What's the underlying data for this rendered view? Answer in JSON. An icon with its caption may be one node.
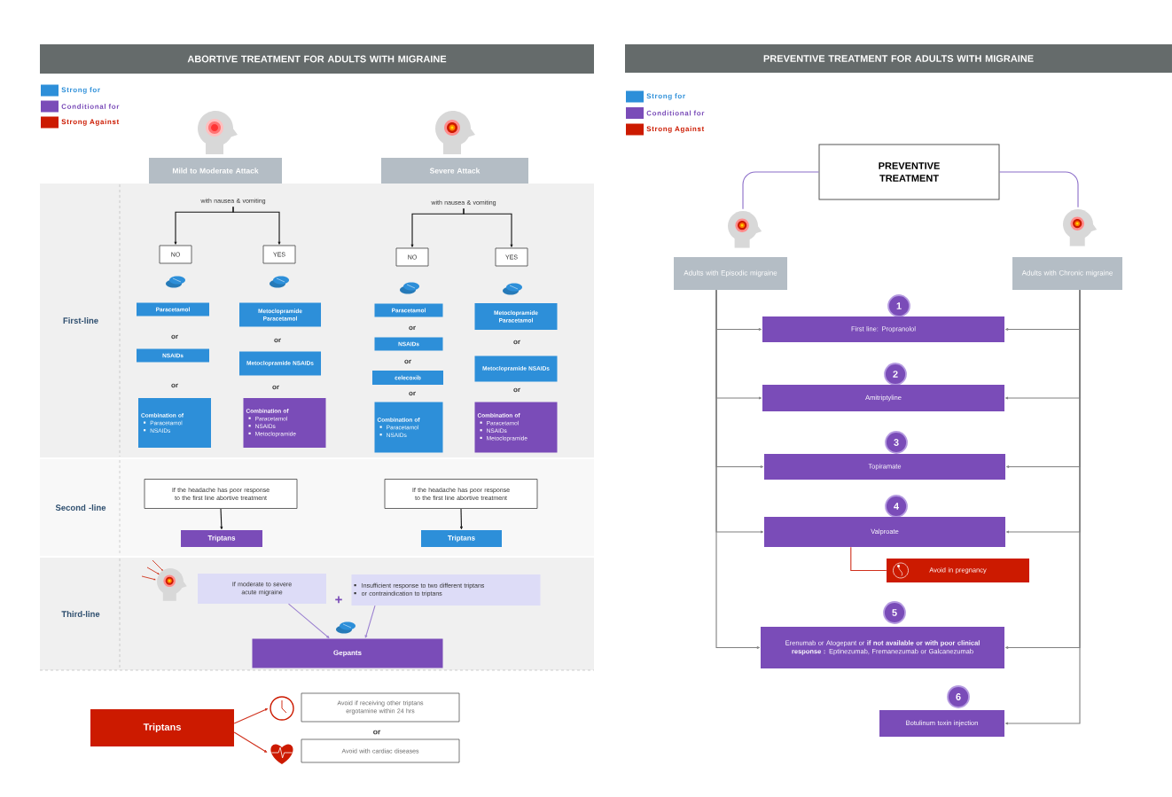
{
  "diagram": {
    "nodes": [
      {
        "text": [
          "ABORTIVE TREATMENT FOR ADULTS WITH MIGRAINE"
        ]
      },
      {
        "text": [
          "First-line"
        ]
      },
      {
        "text": [
          "Second -line"
        ]
      },
      {
        "text": [
          "Third-line"
        ]
      },
      {
        "text": [
          "Mild to Moderate Attack"
        ]
      },
      {
        "text": [
          "Severe Attack"
        ]
      },
      {
        "text": [
          "with nausea & vomiting"
        ],
        "in": 1
      },
      {
        "text": [
          "with nausea & vomiting"
        ],
        "in": 1
      },
      {
        "text": [
          "NO"
        ],
        "in": 1
      },
      {
        "text": [
          "YES"
        ],
        "in": 1
      },
      {
        "text": [
          "NO"
        ],
        "in": 1
      },
      {
        "text": [
          "YES"
        ],
        "in": 1
      },
      {
        "text": [
          "Paracetamol"
        ],
        "in": 1
      },
      {
        "text": [
          "NSAIDs"
        ],
        "in": 1
      },
      {
        "text": [
          "Combination of",
          "Paracetamol",
          "NSAIDs"
        ],
        "in": 1
      },
      {
        "text": [
          "Metoclopramide Paracetamol"
        ],
        "in": 1
      },
      {
        "text": [
          "Metoclopramide NSAIDs"
        ],
        "in": 1
      },
      {
        "text": [
          "Combination of",
          "Paracetamol",
          "NSAIDs",
          "Metoclopramide"
        ],
        "in": 1
      },
      {
        "text": [
          "Paracetamol"
        ],
        "in": 1
      },
      {
        "text": [
          "NSAIDs"
        ],
        "in": 1
      },
      {
        "text": [
          "celecoxib"
        ],
        "in": 1
      },
      {
        "text": [
          "Combination of",
          "Paracetamol",
          "NSAIDs"
        ],
        "in": 1
      },
      {
        "text": [
          "Metoclopramide Paracetamol"
        ],
        "in": 1
      },
      {
        "text": [
          "Metoclopramide NSAIDs"
        ],
        "in": 1
      },
      {
        "text": [
          "Combination of",
          "Paracetamol",
          "NSAIDs",
          "Metoclopramide"
        ],
        "in": 1
      },
      {
        "text": [
          "If the headache has poor response to the first line abortive treatment"
        ],
        "in": 2
      },
      {
        "text": [
          "Triptans"
        ],
        "in": 2
      },
      {
        "text": [
          "If the headache has poor response to the first line abortive treatment"
        ],
        "in": 2
      },
      {
        "text": [
          "Triptans"
        ],
        "in": 2
      },
      {
        "text": [
          "If moderate to severe acute migraine"
        ],
        "in": 3
      },
      {
        "text": [
          "Insufficient response to two different triptans",
          "or contraindication to triptans"
        ],
        "in": 3
      },
      {
        "text": [
          "Gepants"
        ],
        "in": 3
      },
      {
        "text": [
          "Triptans"
        ]
      },
      {
        "text": [],
        "shape": "clock"
      },
      {
        "text": [
          "Avoid if receiving other triptans ergotamine within 24 hrs"
        ]
      },
      {
        "text": [],
        "shape": "heart"
      },
      {
        "text": [
          "Avoid with cardiac diseases"
        ]
      },
      {
        "text": [
          "PREVENTIVE TREATMENT FOR ADULTS WITH MIGRAINE"
        ]
      },
      {
        "text": [
          "PREVENTIVE TREATMENT"
        ]
      },
      {
        "text": [],
        "shape": "person"
      },
      {
        "text": [
          "Adults with Episodic migraine"
        ]
      },
      {
        "text": [],
        "shape": "person"
      },
      {
        "text": [
          "Adults with Chronic migraine"
        ]
      },
      {
        "text": [
          "1"
        ]
      },
      {
        "text": [
          "First line: Propranolol"
        ]
      },
      {
        "text": [
          "2"
        ]
      },
      {
        "text": [
          "Amitriptyline"
        ]
      },
      {
        "text": [
          "3"
        ]
      },
      {
        "text": [
          "Topiramate"
        ]
      },
      {
        "text": [
          "4"
        ]
      },
      {
        "text": [
          "Valproate"
        ]
      },
      {
        "text": [
          "Avoid in pregnancy"
        ]
      },
      {
        "text": [
          "5"
        ]
      },
      {
        "text": [
          "Erenumab or Atogepant or **if not available or with poor clinical response :** Eptinezumab, Fremanezumab or Galcanezumab"
        ]
      },
      {
        "text": [
          "6"
        ]
      },
      {
        "text": [
          "Botulinum toxin injection"
        ]
      }
    ],
    "edges": [
      {
        "from": 6,
        "to": 8,
        "arrow": "to",
        "color": "#111111"
      },
      {
        "from": 6,
        "to": 9,
        "arrow": "to",
        "color": "#111111"
      },
      {
        "from": 7,
        "to": 10,
        "arrow": "to",
        "color": "#111111"
      },
      {
        "from": 7,
        "to": 11,
        "arrow": "to",
        "color": "#111111"
      },
      {
        "from": 25,
        "to": 26,
        "arrow": "to",
        "color": "#111111"
      },
      {
        "from": 27,
        "to": 28,
        "arrow": "to",
        "color": "#111111"
      },
      {
        "from": 29,
        "to": 31,
        "arrow": "to",
        "color": "#9a7fd0"
      },
      {
        "from": 30,
        "to": 31,
        "arrow": "to",
        "color": "#9a7fd0"
      },
      {
        "from": 32,
        "to": 33,
        "arrow": "to",
        "color": "#d0301c"
      },
      {
        "from": 32,
        "to": 35,
        "arrow": "to",
        "color": "#d0301c"
      },
      {
        "from": 38,
        "to": 39,
        "arrow": "none",
        "color": "#8a6cc8"
      },
      {
        "from": 38,
        "to": 41,
        "arrow": "none",
        "color": "#8a6cc8"
      },
      {
        "from": 40,
        "to": 44,
        "arrow": "to"
      },
      {
        "from": 40,
        "to": 46,
        "arrow": "to"
      },
      {
        "from": 40,
        "to": 48,
        "arrow": "to"
      },
      {
        "from": 40,
        "to": 50,
        "arrow": "to"
      },
      {
        "from": 40,
        "to": 53,
        "arrow": "to"
      },
      {
        "from": 42,
        "to": 44,
        "arrow": "to"
      },
      {
        "from": 42,
        "to": 46,
        "arrow": "to"
      },
      {
        "from": 42,
        "to": 48,
        "arrow": "to"
      },
      {
        "from": 42,
        "to": 50,
        "arrow": "to"
      },
      {
        "from": 42,
        "to": 53,
        "arrow": "to"
      },
      {
        "from": 42,
        "to": 55,
        "arrow": "to"
      },
      {
        "from": 50,
        "to": 51,
        "arrow": "none",
        "color": "#d0301c"
      }
    ],
    "labels": [
      "or",
      "or",
      "or",
      "or",
      "or",
      "or",
      "or",
      "or",
      "or",
      "+",
      "or"
    ],
    "legend": [
      {
        "text": "Strong for",
        "color": "#2d8fd9"
      },
      {
        "text": "Conditional for",
        "color": "#7a4cb8"
      },
      {
        "text": "Strong Against",
        "color": "#cc1a00"
      },
      {
        "text": "Strong for",
        "color": "#2d8fd9"
      },
      {
        "text": "Conditional for",
        "color": "#7a4cb8"
      },
      {
        "text": "Strong Against",
        "color": "#cc1a00"
      }
    ]
  }
}
